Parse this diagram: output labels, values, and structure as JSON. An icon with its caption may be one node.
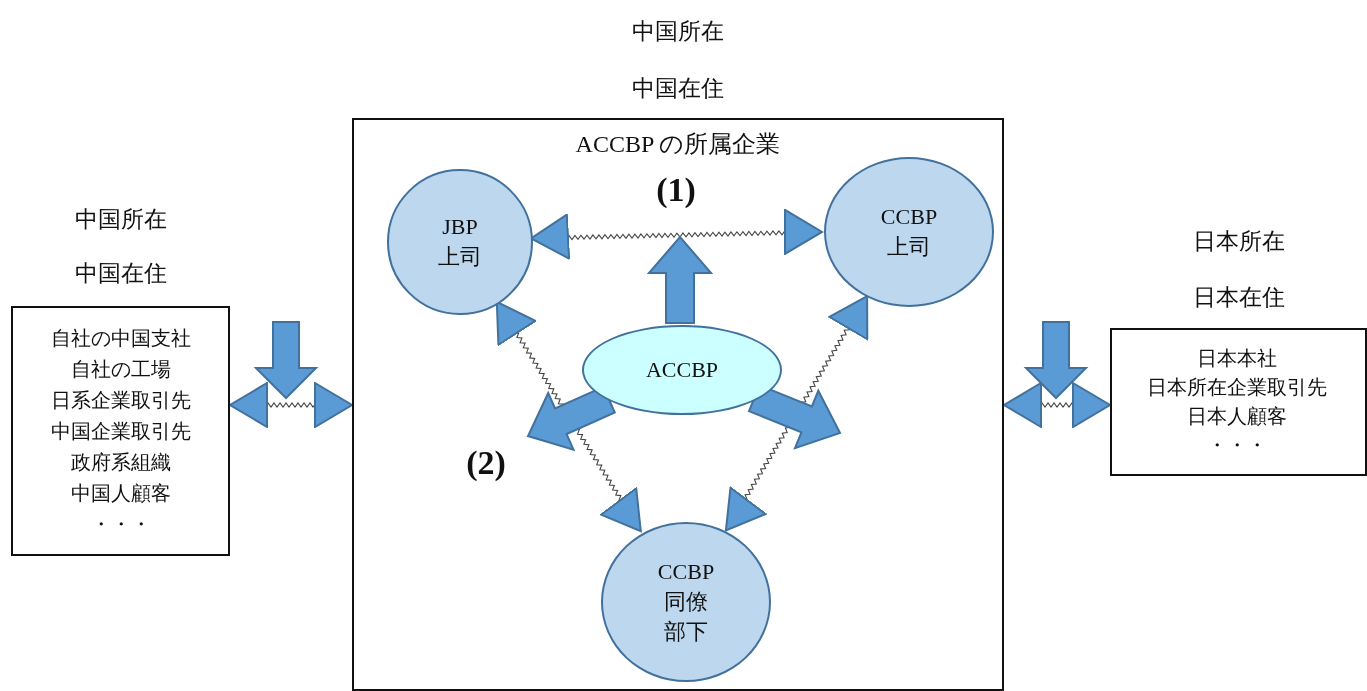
{
  "diagram": {
    "nodes": [
      {
        "text": [
          "中国所在",
          "中国在住",
          "ACCBP の所属企業"
        ]
      },
      {
        "text": [
          "JBP",
          "上司"
        ],
        "in": 0
      },
      {
        "text": [
          "CCBP",
          "上司"
        ],
        "in": 0
      },
      {
        "text": [
          "ACCBP"
        ],
        "in": 0
      },
      {
        "text": [
          "CCBP",
          "同僚",
          "部下"
        ],
        "in": 0
      },
      {
        "text": [
          "中国所在",
          "中国在住",
          "自社の中国支社",
          "自社の工場",
          "日系企業取引先",
          "中国企業取引先",
          "政府系組織",
          "中国人顧客",
          "・・・"
        ]
      },
      {
        "text": [
          "日本所在",
          "日本在住",
          "日本本社",
          "日本所在企業取引先",
          "日本人顧客",
          "・・・"
        ]
      }
    ],
    "edges": [
      {
        "from": 1,
        "to": 2,
        "arrow": "both",
        "label": "(1)"
      },
      {
        "from": 1,
        "to": 4,
        "arrow": "both",
        "label": "(2)"
      },
      {
        "from": 2,
        "to": 4,
        "arrow": "both"
      },
      {
        "from": 5,
        "to": 0,
        "arrow": "both"
      },
      {
        "from": 0,
        "to": 6,
        "arrow": "both"
      },
      {
        "from": 3,
        "to": null,
        "arrow": "to",
        "style": "thick",
        "color": "#5b9bd5"
      },
      {
        "from": 3,
        "to": null,
        "arrow": "to",
        "style": "thick",
        "color": "#5b9bd5"
      },
      {
        "from": 3,
        "to": null,
        "arrow": "to",
        "style": "thick",
        "color": "#5b9bd5"
      }
    ]
  }
}
